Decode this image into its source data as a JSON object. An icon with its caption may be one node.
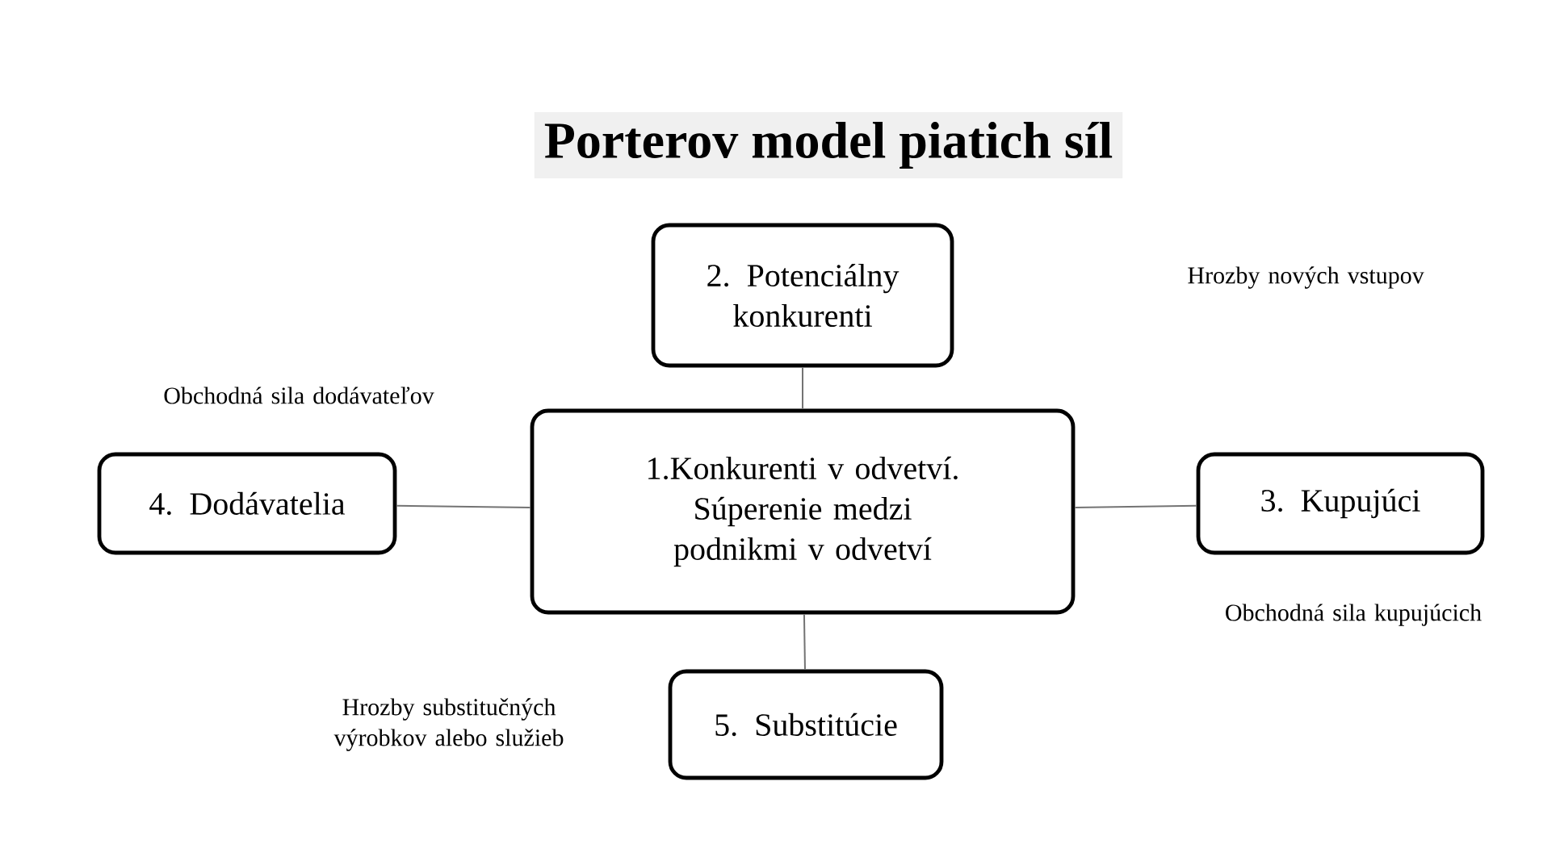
{
  "diagram": {
    "title": "Porterov model piatich síl",
    "nodes": [
      {
        "text": [
          "2. Potenciálny konkurenti"
        ]
      },
      {
        "text": [
          "1.Konkurenti v odvetví. Súperenie medzi podnikmi v odvetví"
        ]
      },
      {
        "text": [
          "4. Dodávatelia"
        ]
      },
      {
        "text": [
          "3. Kupujúci"
        ]
      },
      {
        "text": [
          "5. Substitúcie"
        ]
      }
    ],
    "edges": [
      {
        "from": 1,
        "to": 0,
        "arrow": "none"
      },
      {
        "from": 1,
        "to": 2,
        "arrow": "none"
      },
      {
        "from": 1,
        "to": 3,
        "arrow": "none"
      },
      {
        "from": 1,
        "to": 4,
        "arrow": "none"
      }
    ],
    "labels": [
      "Hrozby nových vstupov",
      "Obchodná sila dodávateľov",
      "Obchodná sila kupujúcich",
      "Hrozby substitučných výrobkov alebo služieb"
    ]
  }
}
